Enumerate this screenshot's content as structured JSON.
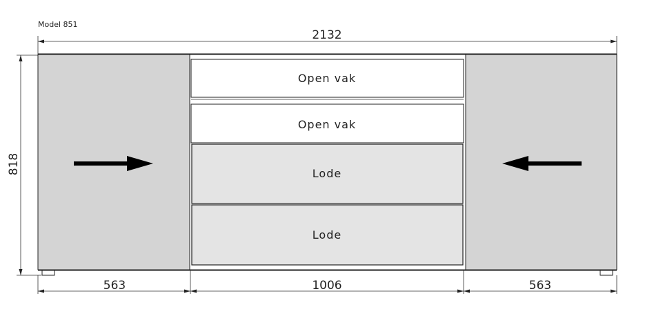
{
  "drawing": {
    "model_label": "Model 851",
    "dimensions": {
      "total_width": "2132",
      "height": "818",
      "left_door_width": "563",
      "center_width": "1006",
      "right_door_width": "563"
    },
    "compartments": [
      {
        "label": "Open vak"
      },
      {
        "label": "Open vak"
      },
      {
        "label": "Lode"
      },
      {
        "label": "Lode"
      }
    ],
    "colors": {
      "door_fill": "#d4d4d4",
      "drawer_fill": "#e4e4e4",
      "open_fill": "#ffffff",
      "line": "#222222"
    }
  }
}
